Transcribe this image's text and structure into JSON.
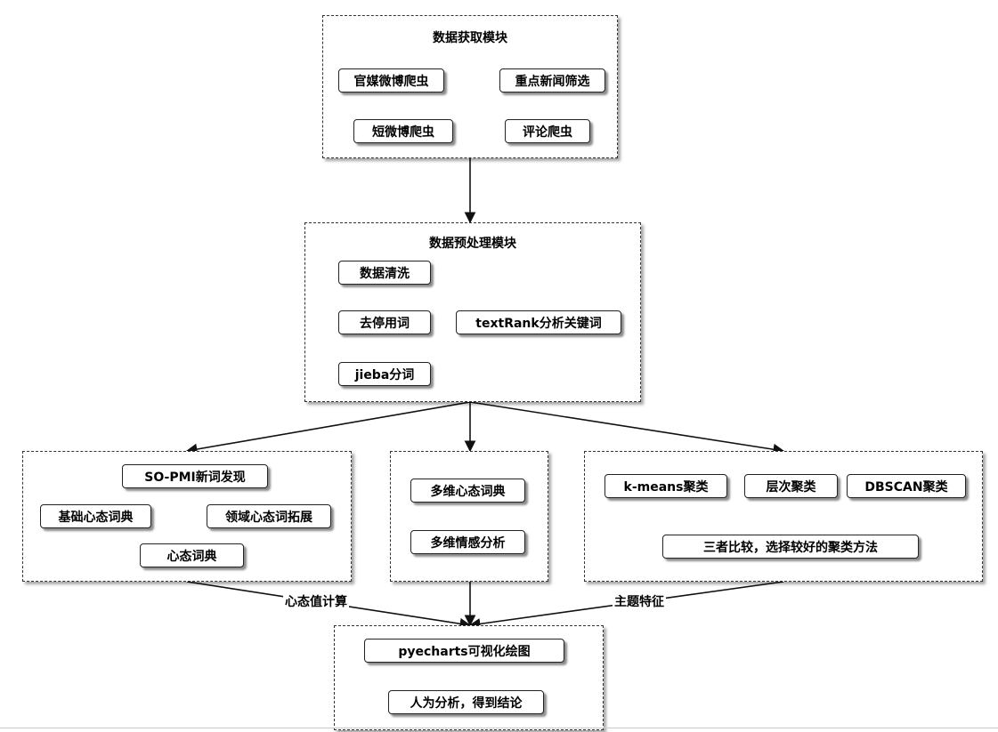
{
  "acquisition": {
    "title": "数据获取模块",
    "official_weibo_crawler": "官媒微博爬虫",
    "key_news_filter": "重点新闻筛选",
    "short_weibo_crawler": "短微博爬虫",
    "comment_crawler": "评论爬虫"
  },
  "preprocessing": {
    "title": "数据预处理模块",
    "data_cleaning": "数据清洗",
    "remove_stopwords": "去停用词",
    "jieba_segmentation": "jieba分词",
    "textrank_keywords": "textRank分析关键词"
  },
  "lexicon": {
    "so_pmi": "SO-PMI新词发现",
    "base_dict": "基础心态词典",
    "domain_expansion": "领域心态词拓展",
    "mentality_dict": "心态词典"
  },
  "sentiment": {
    "multi_dim_dict": "多维心态词典",
    "multi_dim_analysis": "多维情感分析"
  },
  "clustering": {
    "kmeans": "k-means聚类",
    "hierarchical": "层次聚类",
    "dbscan": "DBSCAN聚类",
    "compare": "三者比较，选择较好的聚类方法"
  },
  "output": {
    "pyecharts": "pyecharts可视化绘图",
    "conclusion": "人为分析，得到结论"
  },
  "edge_labels": {
    "mentality_value": "心态值计算",
    "topic_feature": "主题特征"
  }
}
